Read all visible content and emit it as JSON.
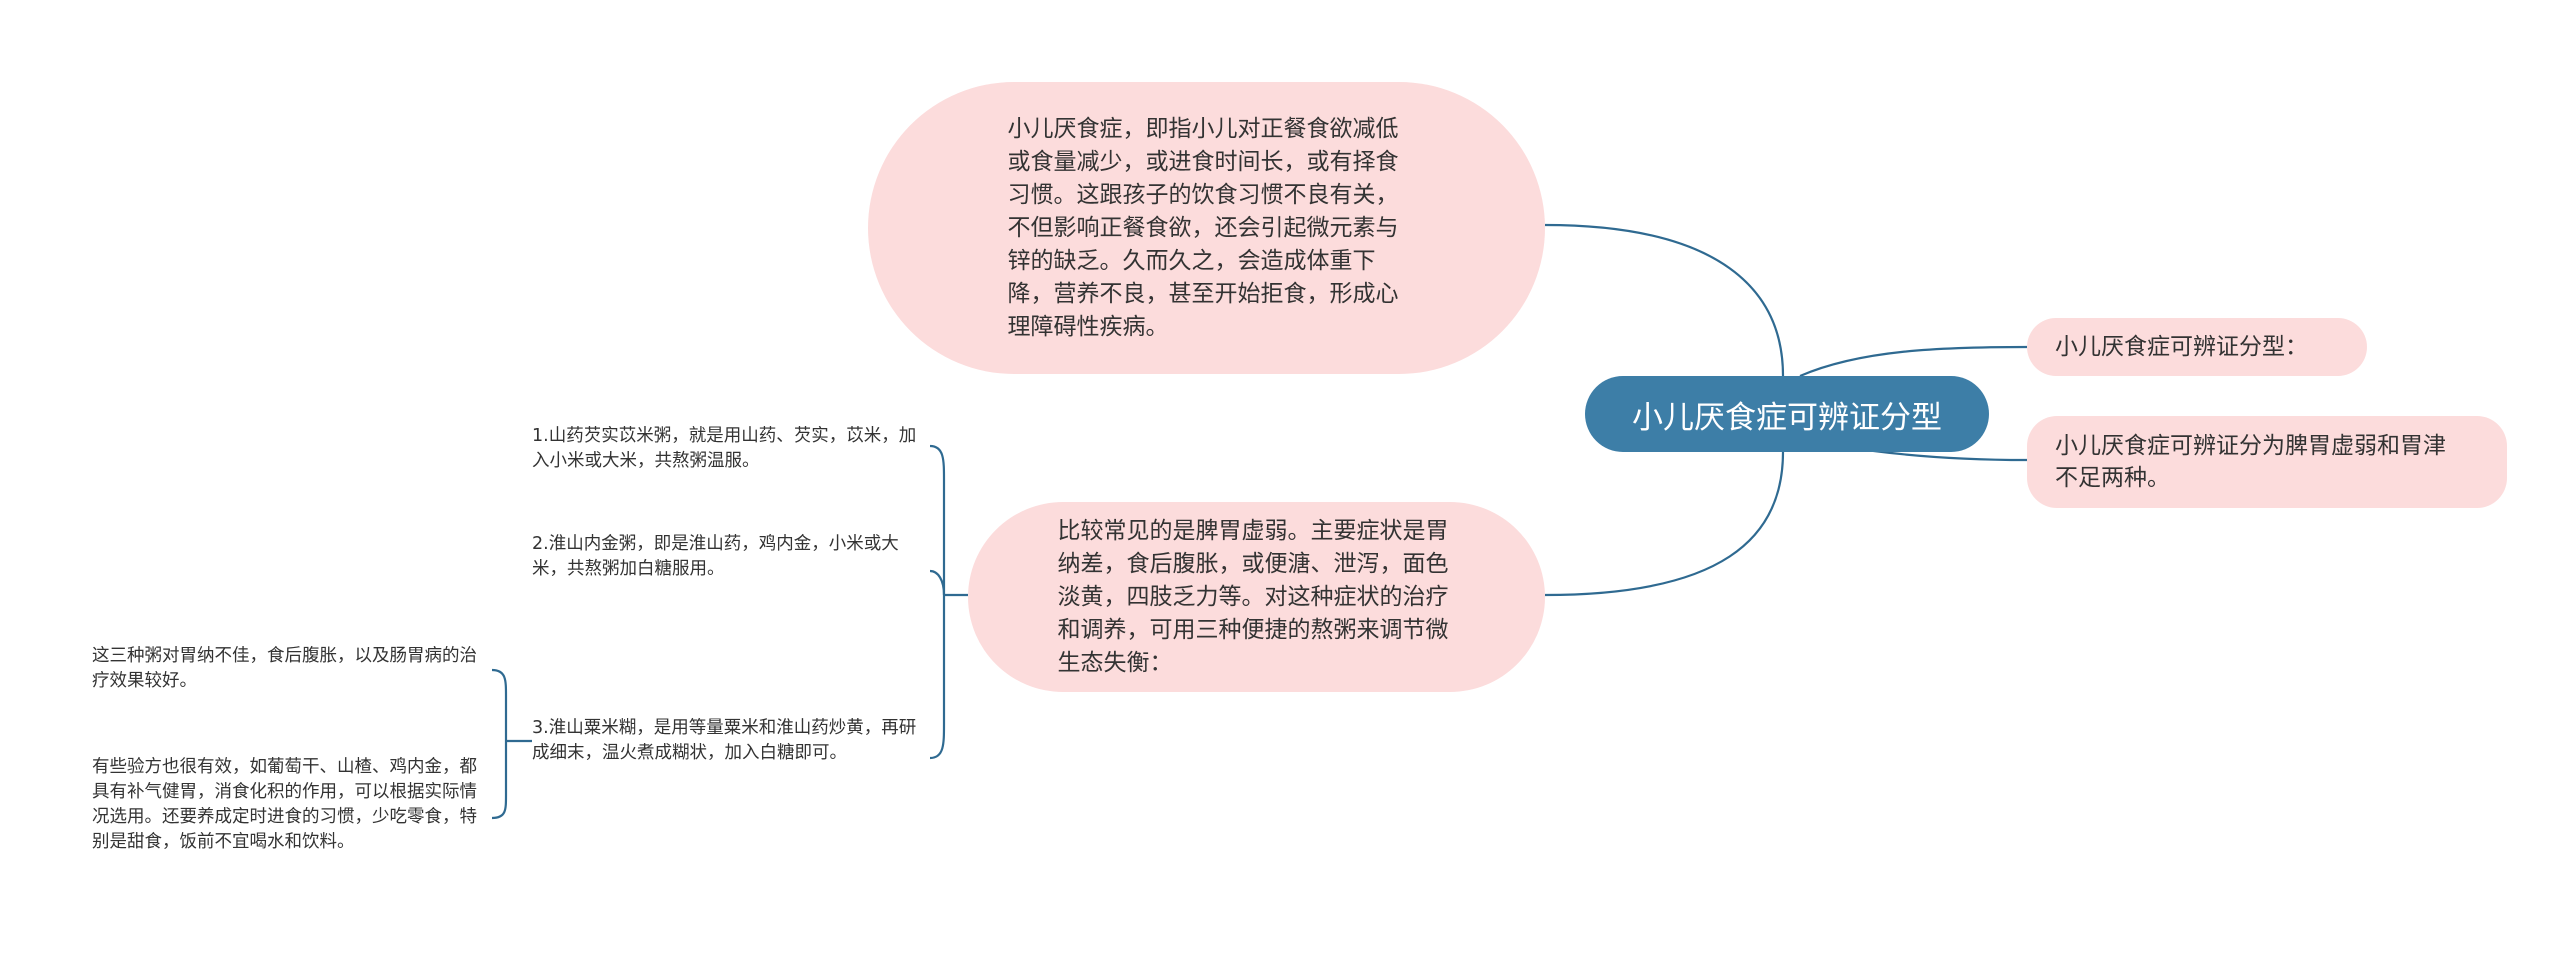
{
  "root": {
    "text": "小儿厌食症可辨证分型"
  },
  "nodes": {
    "definition": "小儿厌食症，即指小儿对正餐食欲减低或食量减少，或进食时间长，或有择食习惯。这跟孩子的饮食习惯不良有关，不但影响正餐食欲，还会引起微元素与锌的缺乏。久而久之，会造成体重下降，营养不良，甚至开始拒食，形成心理障碍性疾病。",
    "common_type": "比较常见的是脾胃虚弱。主要症状是胃纳差，食后腹胀，或便溏、泄泻，面色淡黄，四肢乏力等。对这种症状的治疗和调养，可用三种便捷的熬粥来调节微生态失衡：",
    "types_label": "小儿厌食症可辨证分型：",
    "types_desc": "小儿厌食症可辨证分为脾胃虚弱和胃津不足两种。"
  },
  "recipes": [
    "1.山药芡实苡米粥，就是用山药、芡实，苡米，加入小米或大米，共熬粥温服。",
    "2.淮山内金粥，即是淮山药，鸡内金，小米或大米，共熬粥加白糖服用。",
    "3.淮山粟米糊，是用等量粟米和淮山药炒黄，再研成细末，温火煮成糊状，加入白糖即可。"
  ],
  "notes": [
    "这三种粥对胃纳不佳，食后腹胀，以及肠胃病的治疗效果较好。",
    "有些验方也很有效，如葡萄干、山楂、鸡内金，都具有补气健胃，消食化积的作用，可以根据实际情况选用。还要养成定时进食的习惯，少吃零食，特别是甜食，饭前不宜喝水和饮料。"
  ],
  "colors": {
    "root_fill": "#3d7ea7",
    "bubble_fill": "#fcdcdc",
    "link_stroke": "#2f6a91"
  }
}
